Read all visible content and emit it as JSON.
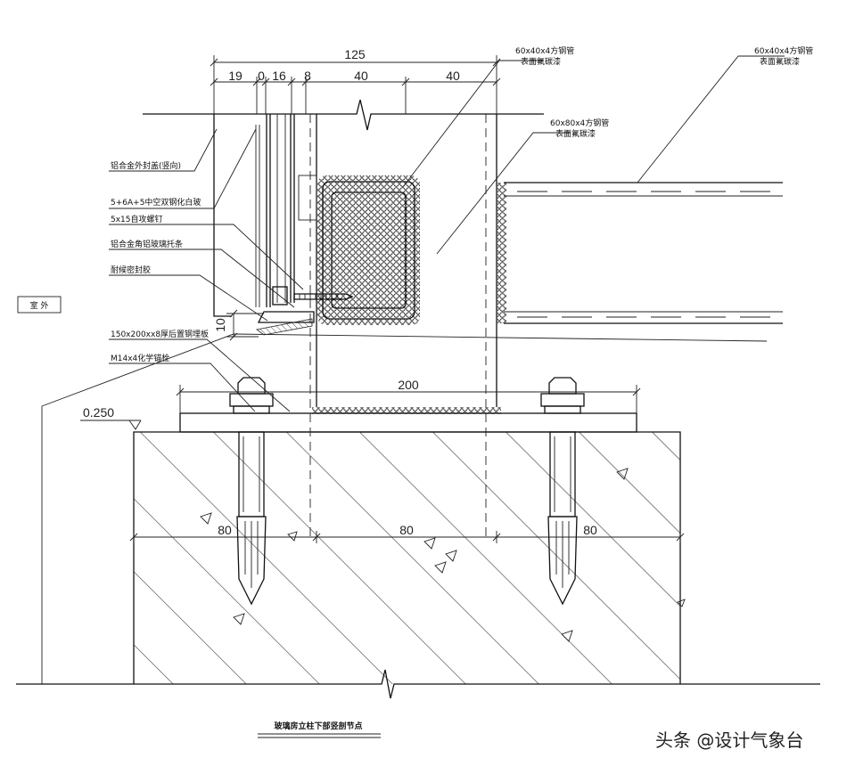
{
  "dimensions": {
    "top_total": "125",
    "top_parts": [
      "19",
      "0",
      "16",
      "8",
      "40",
      "40"
    ],
    "plate_width": "200",
    "height_10": "10",
    "bottom_parts": [
      "80",
      "80",
      "80"
    ],
    "elevation": "0.250"
  },
  "labels": {
    "tube_top_center": [
      "60x40x4方钢管",
      "表面氟碳漆"
    ],
    "tube_top_right": [
      "60x40x4方钢管",
      "表面氟碳漆"
    ],
    "tube_main": [
      "60x80x4方钢管",
      "表面氟碳漆"
    ],
    "cover_cap": "铝合金外封盖(竖向)",
    "glass": "5+6A+5中空双钢化白玻",
    "screw": "5x15自攻螺钉",
    "glass_bracket": "铝合金角铝玻璃托条",
    "sealant": "耐候密封胶",
    "base_plate": "150x200xx8厚后置钢埋板",
    "anchor": "M14x4化学锚栓",
    "outdoor": "室 外"
  },
  "title": "玻璃房立柱下部竖剖节点",
  "watermark": "头条 @设计气象台"
}
